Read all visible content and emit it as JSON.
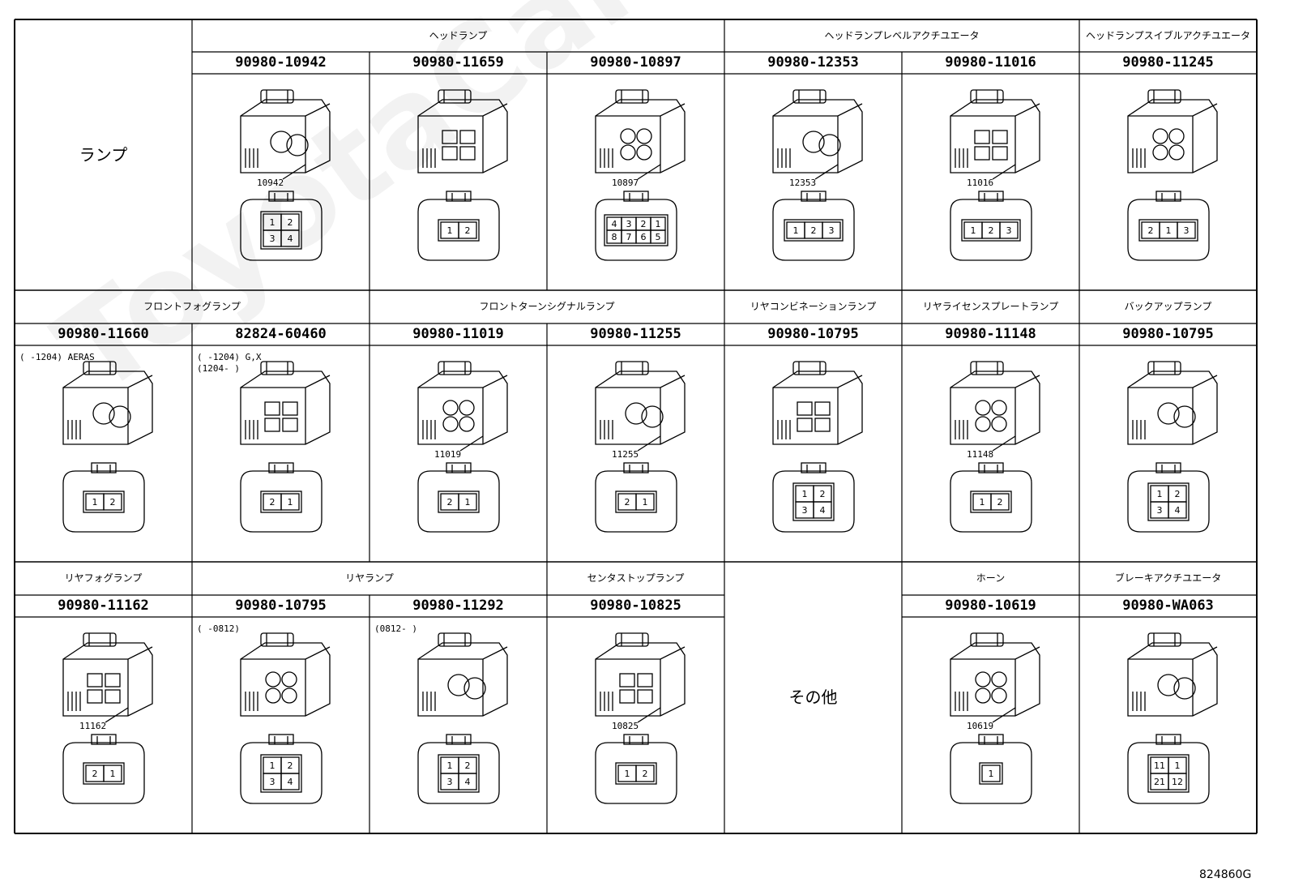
{
  "drawing_number": "824860G",
  "watermark": "ToyotaCarManual",
  "rows": [
    {
      "category": "ランプ",
      "groups": [
        {
          "title": "ヘッドランプ",
          "span": [
            1,
            3
          ]
        },
        {
          "title": "ヘッドランプレベルアクチユエータ",
          "span": [
            4,
            5
          ]
        },
        {
          "title": "ヘッドランプスイブルアクチユエータ",
          "span": [
            6,
            6
          ]
        }
      ],
      "parts": [
        {
          "col": 1,
          "pn": "90980-10942",
          "lead": "10942",
          "pins": [
            "1",
            "2",
            "3",
            "4"
          ]
        },
        {
          "col": 2,
          "pn": "90980-11659",
          "lead": "",
          "pins": [
            "1",
            "2"
          ]
        },
        {
          "col": 3,
          "pn": "90980-10897",
          "lead": "10897",
          "pins": [
            "4",
            "3",
            "2",
            "1",
            "8",
            "7",
            "6",
            "5"
          ]
        },
        {
          "col": 4,
          "pn": "90980-12353",
          "lead": "12353",
          "pins": [
            "1",
            "2",
            "3"
          ]
        },
        {
          "col": 5,
          "pn": "90980-11016",
          "lead": "11016",
          "pins": [
            "1",
            "2",
            "3"
          ]
        },
        {
          "col": 6,
          "pn": "90980-11245",
          "lead": "",
          "pins": [
            "2",
            "1",
            "3"
          ]
        }
      ]
    },
    {
      "groups": [
        {
          "title": "フロントフォグランプ",
          "span": [
            0,
            1
          ]
        },
        {
          "title": "フロントターンシグナルランプ",
          "span": [
            2,
            3
          ]
        },
        {
          "title": "リヤコンビネーションランプ",
          "span": [
            4,
            4
          ]
        },
        {
          "title": "リヤライセンスプレートランプ",
          "span": [
            5,
            5
          ]
        },
        {
          "title": "バックアップランプ",
          "span": [
            6,
            6
          ]
        }
      ],
      "parts": [
        {
          "col": 0,
          "pn": "90980-11660",
          "note": [
            "(      -1204) AERAS"
          ],
          "lead": "",
          "pins": [
            "1",
            "2"
          ]
        },
        {
          "col": 1,
          "pn": "82824-60460",
          "note": [
            "(      -1204) G,X",
            "(1204-      )"
          ],
          "lead": "",
          "pins": [
            "2",
            "1"
          ]
        },
        {
          "col": 2,
          "pn": "90980-11019",
          "lead": "11019",
          "pins": [
            "2",
            "1"
          ]
        },
        {
          "col": 3,
          "pn": "90980-11255",
          "lead": "11255",
          "pins": [
            "2",
            "1"
          ]
        },
        {
          "col": 4,
          "pn": "90980-10795",
          "lead": "",
          "pins": [
            "1",
            "2",
            "3",
            "4"
          ]
        },
        {
          "col": 5,
          "pn": "90980-11148",
          "lead": "11148",
          "pins": [
            "1",
            "2"
          ]
        },
        {
          "col": 6,
          "pn": "90980-10795",
          "lead": "",
          "pins": [
            "1",
            "2",
            "3",
            "4"
          ]
        }
      ]
    },
    {
      "groups": [
        {
          "title": "リヤフォグランプ",
          "span": [
            0,
            0
          ]
        },
        {
          "title": "リヤランプ",
          "span": [
            1,
            2
          ]
        },
        {
          "title": "センタストップランプ",
          "span": [
            3,
            3
          ]
        },
        {
          "title": "ホーン",
          "span": [
            5,
            5
          ]
        },
        {
          "title": "ブレーキアクチユエータ",
          "span": [
            6,
            6
          ]
        }
      ],
      "other_label": "その他",
      "parts": [
        {
          "col": 0,
          "pn": "90980-11162",
          "lead": "11162",
          "pins": [
            "2",
            "1"
          ]
        },
        {
          "col": 1,
          "pn": "90980-10795",
          "note": [
            "(      -0812)"
          ],
          "lead": "",
          "pins": [
            "1",
            "2",
            "3",
            "4"
          ]
        },
        {
          "col": 2,
          "pn": "90980-11292",
          "note": [
            "(0812-      )"
          ],
          "lead": "",
          "pins": [
            "1",
            "2",
            "3",
            "4"
          ]
        },
        {
          "col": 3,
          "pn": "90980-10825",
          "lead": "10825",
          "pins": [
            "1",
            "2"
          ]
        },
        {
          "col": 5,
          "pn": "90980-10619",
          "lead": "10619",
          "pins": [
            "1"
          ]
        },
        {
          "col": 6,
          "pn": "90980-WA063",
          "lead": "",
          "pins": [
            "11",
            "1",
            "21",
            "12"
          ]
        }
      ]
    }
  ]
}
